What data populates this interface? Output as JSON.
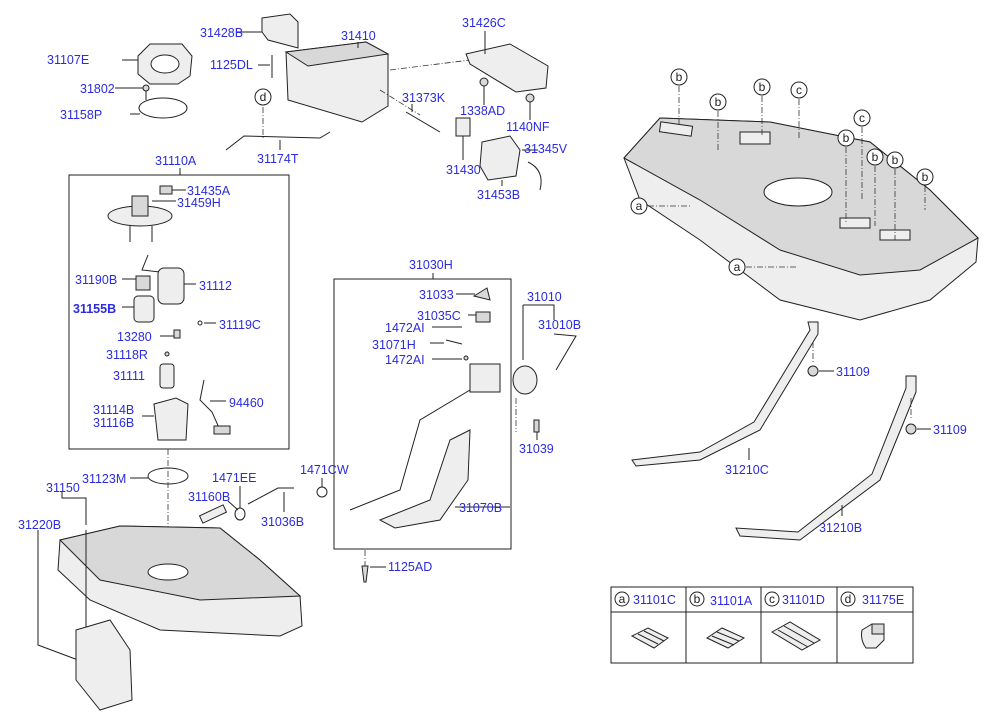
{
  "labels": [
    "31428B",
    "31410",
    "31426C",
    "31107E",
    "1125DL",
    "31802",
    "31158P",
    "31373K",
    "1338AD",
    "1140NF",
    "31174T",
    "31430",
    "31345V",
    "31453B",
    "31110A",
    "31435A",
    "31459H",
    "31190B",
    "31112",
    "31155B",
    "31119C",
    "13280",
    "31118R",
    "31111",
    "94460",
    "31114B",
    "31116B",
    "31030H",
    "31033",
    "31010",
    "31035C",
    "31010B",
    "1472AI",
    "31071H",
    "1472AI",
    "31039",
    "31123M",
    "31150",
    "1471EE",
    "1471CW",
    "31160B",
    "31036B",
    "31070B",
    "31220B",
    "1125AD",
    "31109",
    "31109",
    "31210C",
    "31210B"
  ],
  "callouts": [
    "d",
    "b",
    "b",
    "b",
    "c",
    "c",
    "b",
    "b",
    "b",
    "b",
    "a",
    "a"
  ],
  "legend_table": [
    {
      "letter": "a",
      "part": "31101C"
    },
    {
      "letter": "b",
      "part": "31101A"
    },
    {
      "letter": "c",
      "part": "31101D"
    },
    {
      "letter": "d",
      "part": "31175E"
    }
  ],
  "colors": {
    "label": "#2b2be0",
    "line": "#222222"
  }
}
